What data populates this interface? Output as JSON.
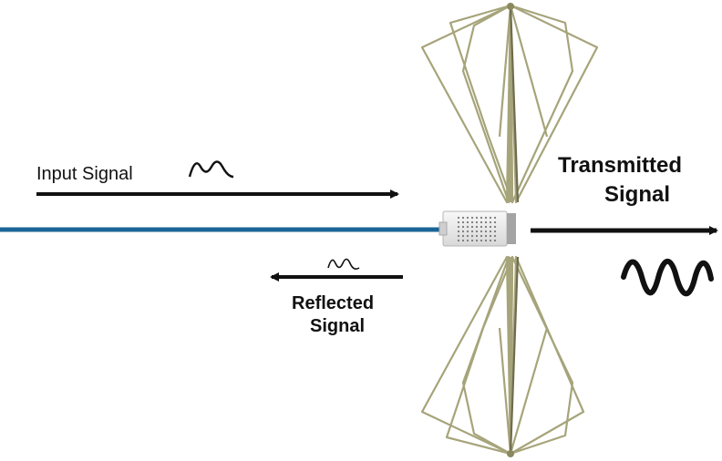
{
  "labels": {
    "input": "Input Signal",
    "reflected_line1": "Reflected",
    "reflected_line2": "Signal",
    "transmitted_line1": "Transmitted",
    "transmitted_line2": "Signal"
  },
  "colors": {
    "cable": "#1a6496",
    "antenna_wire": "#a6a47a",
    "antenna_wire_dark": "#6e6c4c",
    "arrow": "#111111",
    "balun_body": "#eeeeee"
  }
}
